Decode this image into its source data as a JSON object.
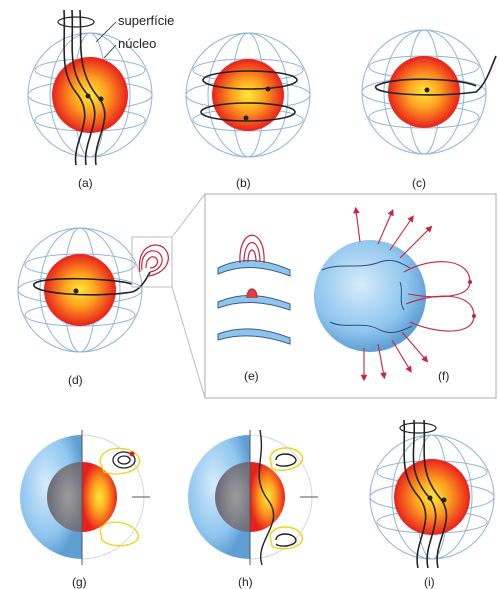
{
  "labels": {
    "surface": "superfície",
    "core": "núcleo",
    "panel_a": "(a)",
    "panel_b": "(b)",
    "panel_c": "(c)",
    "panel_d": "(d)",
    "panel_e": "(e)",
    "panel_f": "(f)",
    "panel_g": "(g)",
    "panel_h": "(h)",
    "panel_i": "(i)"
  },
  "colors": {
    "core_center": "#ffe93a",
    "core_edge": "#e8201c",
    "globe_grid": "#8fb4d8",
    "globe_blue": "#8ec5ef",
    "field_line": "#222222",
    "loop_red": "#c8243c",
    "loop_yellow": "#f1d20f"
  }
}
